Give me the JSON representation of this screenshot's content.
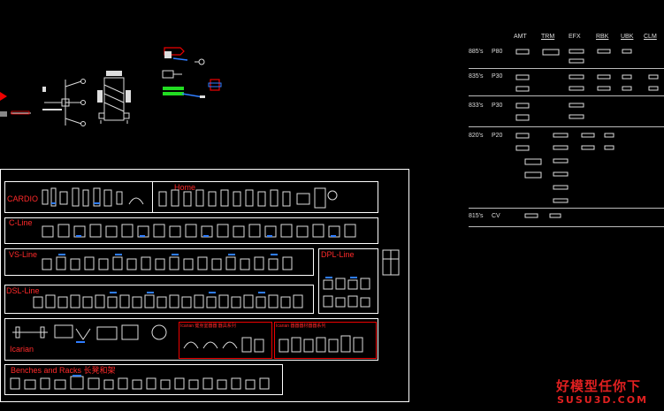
{
  "colors": {
    "background": "#000000",
    "frame": "#ffffff",
    "label": "#ff2a2a",
    "accent_blue": "#2f7dff",
    "accent_green": "#22dd22",
    "watermark_red": "#e02020"
  },
  "sections": {
    "cardio": "CARDIO",
    "home": "Home",
    "c_line": "C-Line",
    "vs_line": "VS-Line",
    "dpl_line": "DPL-Line",
    "dsl_line": "DSL-Line",
    "icarian": "Icarian",
    "icarian_sub1": "Icarian 健身室器器 器具系列",
    "icarian_sub2": "Icarian 器器器材器器系列",
    "benches": "Benches and Racks 长凳和架"
  },
  "table": {
    "headers": [
      {
        "label": "AMT",
        "underline": false
      },
      {
        "label": "TRM",
        "underline": true
      },
      {
        "label": "EFX",
        "underline": false
      },
      {
        "label": "RBK",
        "underline": true
      },
      {
        "label": "UBK",
        "underline": true
      },
      {
        "label": "CLM",
        "underline": true
      }
    ],
    "rows": [
      {
        "model": "885's",
        "series": "P80"
      },
      {
        "model": "835's",
        "series": "P30"
      },
      {
        "model": "833's",
        "series": "P30"
      },
      {
        "model": "820's",
        "series": "P20"
      },
      {
        "model": "815's",
        "series": "CV"
      }
    ]
  },
  "watermark": {
    "line1": "好模型任你下",
    "line2": "SUSU3D.COM"
  }
}
